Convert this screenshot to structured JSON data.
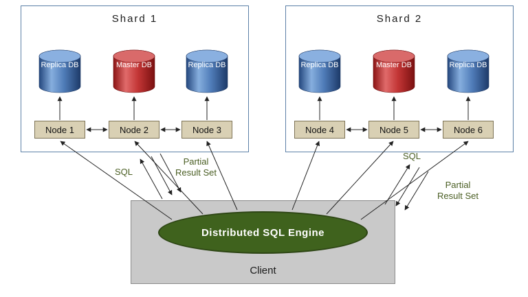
{
  "shards": [
    {
      "title": "Shard 1",
      "databases": [
        {
          "label": "Replica DB",
          "type": "replica"
        },
        {
          "label": "Master DB",
          "type": "master"
        },
        {
          "label": "Replica DB",
          "type": "replica"
        }
      ],
      "nodes": [
        "Node 1",
        "Node 2",
        "Node 3"
      ]
    },
    {
      "title": "Shard 2",
      "databases": [
        {
          "label": "Replica DB",
          "type": "replica"
        },
        {
          "label": "Master DB",
          "type": "master"
        },
        {
          "label": "Replica DB",
          "type": "replica"
        }
      ],
      "nodes": [
        "Node 4",
        "Node 5",
        "Node 6"
      ]
    }
  ],
  "client": {
    "label": "Client",
    "engine_label": "Distributed SQL Engine"
  },
  "annotations": {
    "sql_left": "SQL",
    "partial_left": "Partial Result Set",
    "sql_right": "SQL",
    "partial_right": "Partial Result Set"
  },
  "colors": {
    "replica_db": "#3a62a0",
    "master_db": "#b22222",
    "node_box": "#d9d0b4",
    "client_box": "#c9c9c9",
    "engine_ellipse": "#3f621d",
    "annotation_text": "#4a5e23",
    "shard_border": "#5b7fa6"
  }
}
